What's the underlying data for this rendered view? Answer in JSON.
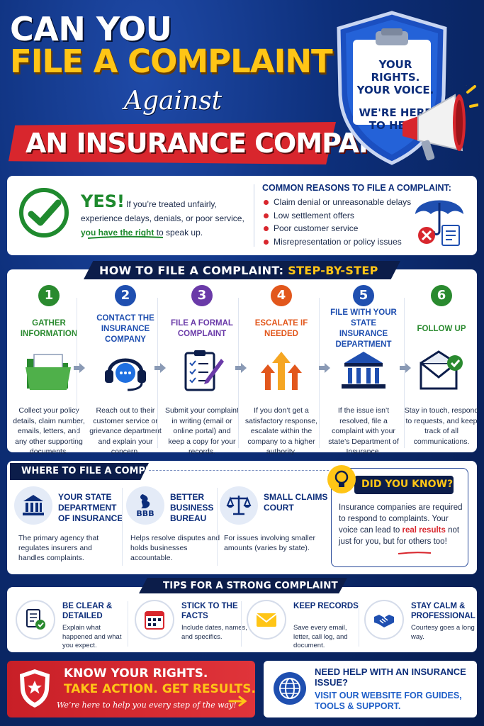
{
  "header": {
    "line1": "CAN YOU",
    "line2": "FILE A COMPLAINT",
    "line3": "Against",
    "line4": "AN INSURANCE COMPANY?",
    "shield_line1": "YOUR RIGHTS. YOUR VOICE.",
    "shield_line2": "WE'RE HERE TO HELP."
  },
  "yes": {
    "title": "YES!",
    "text_start": "If you’re treated unfairly, experience delays, denials, or poor service,",
    "text_highlight": "you have the right",
    "text_end": "to speak up."
  },
  "reasons": {
    "title": "COMMON REASONS TO FILE A COMPLAINT:",
    "items": [
      "Claim denial or unreasonable delays",
      "Low settlement offers",
      "Poor customer service",
      "Misrepresentation or policy issues"
    ]
  },
  "steps": {
    "title_prefix": "HOW TO FILE A COMPLAINT:",
    "title_accent": "STEP-BY-STEP",
    "items": [
      {
        "num": "1",
        "title": "GATHER INFORMATION",
        "desc": "Collect your policy details, claim number, emails, letters, and any other supporting documents.",
        "color": "#2a8a2f"
      },
      {
        "num": "2",
        "title": "CONTACT THE INSURANCE COMPANY",
        "desc": "Reach out to their customer service or grievance department and explain your concern.",
        "color": "#1f4fb0"
      },
      {
        "num": "3",
        "title": "FILE A FORMAL COMPLAINT",
        "desc": "Submit your complaint in writing (email or online portal) and keep a copy for your records.",
        "color": "#6a3aa8"
      },
      {
        "num": "4",
        "title": "ESCALATE IF NEEDED",
        "desc": "If you don’t get a satisfactory response, escalate within the company to a higher authority.",
        "color": "#e2571c"
      },
      {
        "num": "5",
        "title": "FILE WITH YOUR STATE INSURANCE DEPARTMENT",
        "desc": "If the issue isn’t resolved, file a complaint with your state’s Department of Insurance.",
        "color": "#1f4fb0"
      },
      {
        "num": "6",
        "title": "FOLLOW UP",
        "desc": "Stay in touch, respond to requests, and keep track of all communications.",
        "color": "#2a8a2f"
      }
    ]
  },
  "where": {
    "title": "WHERE TO FILE A COMPLAINT",
    "items": [
      {
        "name": "YOUR STATE DEPARTMENT OF INSURANCE",
        "desc": "The primary agency that regulates insurers and handles complaints.",
        "icon": "building-icon"
      },
      {
        "name": "BETTER BUSINESS BUREAU",
        "desc": "Helps resolve disputes and holds businesses accountable.",
        "icon": "bbb-icon",
        "logo_text": "BBB"
      },
      {
        "name": "SMALL CLAIMS COURT",
        "desc": "For issues involving smaller amounts (varies by state).",
        "icon": "scales-icon"
      }
    ]
  },
  "did_you_know": {
    "title": "DID YOU KNOW?",
    "text_start": "Insurance companies are required to respond to complaints. Your voice can lead to",
    "text_highlight": "real results",
    "text_end": "not just for you, but for others too!"
  },
  "tips": {
    "title": "TIPS FOR A STRONG COMPLAINT",
    "items": [
      {
        "name": "BE CLEAR & DETAILED",
        "desc": "Explain what happened and what you expect.",
        "icon": "document-check-icon"
      },
      {
        "name": "STICK TO THE FACTS",
        "desc": "Include dates, names, and specifics.",
        "icon": "calendar-icon"
      },
      {
        "name": "KEEP RECORDS",
        "desc": "Save every email, letter, call log, and document.",
        "icon": "envelope-icon"
      },
      {
        "name": "STAY CALM & PROFESSIONAL",
        "desc": "Courtesy goes a long way.",
        "icon": "handshake-icon"
      }
    ]
  },
  "footer": {
    "left_line1": "KNOW YOUR RIGHTS.",
    "left_line2": "TAKE ACTION. GET RESULTS.",
    "left_line3": "We’re here to help you every step of the way!",
    "right_line1": "NEED HELP WITH AN INSURANCE ISSUE?",
    "right_line2": "VISIT OUR WEBSITE FOR GUIDES, TOOLS & SUPPORT."
  },
  "colors": {
    "navy": "#0c1d4a",
    "yellow": "#ffc516",
    "red": "#d8262d",
    "green": "#1f8a2e",
    "blue": "#1f4fb0"
  }
}
